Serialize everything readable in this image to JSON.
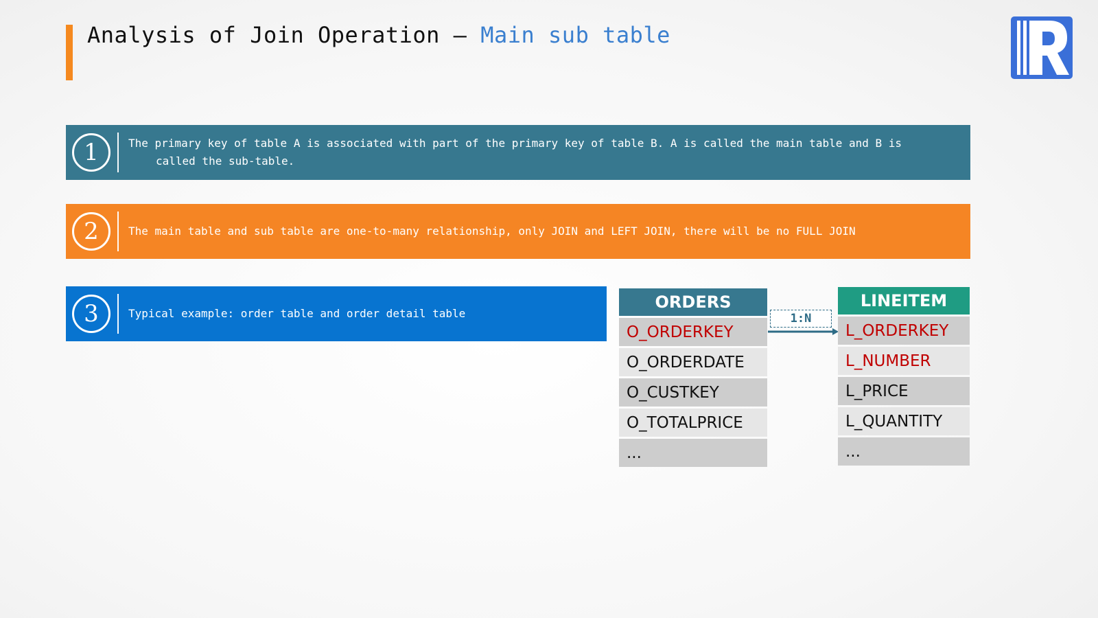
{
  "header": {
    "title_main": "Analysis of Join Operation – ",
    "title_accent": "Main sub table",
    "accent_bar_color": "#f5891f",
    "accent_text_color": "#3a7fcf"
  },
  "logo": {
    "icon": "raqsoft-r-logo-icon",
    "color": "#3a6fd8"
  },
  "points": [
    {
      "number": "1",
      "text": "The primary key of table A is associated with part of the primary key of table B. A is called the main table and B is called the sub-table.",
      "color": "#37788f"
    },
    {
      "number": "2",
      "text": "The main table and sub table are one-to-many relationship, only JOIN and LEFT JOIN, there will be no FULL JOIN",
      "color": "#f58524"
    },
    {
      "number": "3",
      "text": "Typical example: order table and order detail table",
      "color": "#0874d0"
    }
  ],
  "diagram": {
    "relationship_label": "1:N",
    "main_table": {
      "name": "ORDERS",
      "header_color": "#37788f",
      "fields": [
        {
          "name": "O_ORDERKEY",
          "key": true
        },
        {
          "name": "O_ORDERDATE",
          "key": false
        },
        {
          "name": "O_CUSTKEY",
          "key": false
        },
        {
          "name": "O_TOTALPRICE",
          "key": false
        },
        {
          "name": "...",
          "key": false
        }
      ]
    },
    "sub_table": {
      "name": "LINEITEM",
      "header_color": "#1f9c83",
      "fields": [
        {
          "name": "L_ORDERKEY",
          "key": true
        },
        {
          "name": "L_NUMBER",
          "key": true
        },
        {
          "name": "L_PRICE",
          "key": false
        },
        {
          "name": "L_QUANTITY",
          "key": false
        },
        {
          "name": "...",
          "key": false
        }
      ]
    },
    "row_colors": [
      "#cdcdcd",
      "#e6e6e6"
    ],
    "key_field_color": "#c00000",
    "arrow_color": "#2d6b86"
  }
}
